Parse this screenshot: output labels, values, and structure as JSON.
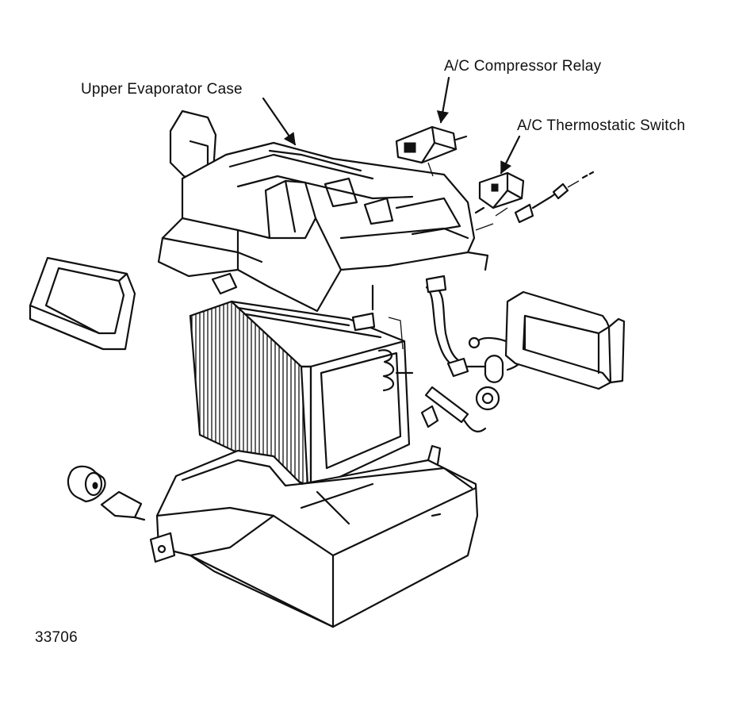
{
  "labels": {
    "upper_evaporator_case": "Upper Evaporator Case",
    "compressor_relay": "A/C Compressor Relay",
    "thermostatic_switch": "A/C Thermostatic Switch",
    "figure_number": "33706"
  }
}
